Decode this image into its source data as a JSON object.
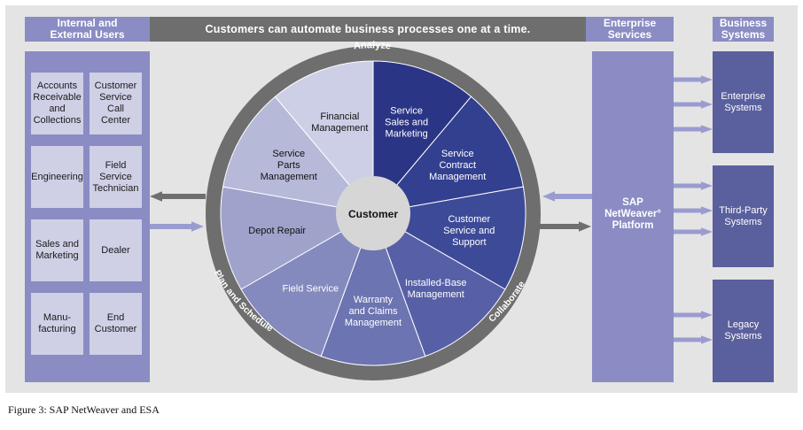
{
  "headers": {
    "users": [
      "Internal and",
      "External Users"
    ],
    "banner": "Customers can automate business processes one at a time.",
    "enterprise_services": [
      "Enterprise",
      "Services"
    ],
    "business_systems": [
      "Business",
      "Systems"
    ]
  },
  "users": [
    [
      "Accounts",
      "Receivable",
      "and",
      "Collections"
    ],
    [
      "Customer",
      "Service",
      "Call",
      "Center"
    ],
    [
      "Engineering"
    ],
    [
      "Field",
      "Service",
      "Technician"
    ],
    [
      "Sales and",
      "Marketing"
    ],
    [
      "Dealer"
    ],
    [
      "Manu-",
      "facturing"
    ],
    [
      "End",
      "Customer"
    ]
  ],
  "wheel": {
    "center": "Customer",
    "ring_labels": {
      "top": "Analyze",
      "left": "Plan and Schedule",
      "right": "Collaborate"
    },
    "segments": [
      {
        "label": [
          "Service",
          "Sales and",
          "Marketing"
        ],
        "color": "#2b3585"
      },
      {
        "label": [
          "Service",
          "Contract",
          "Management"
        ],
        "color": "#33408f"
      },
      {
        "label": [
          "Customer",
          "Service and",
          "Support"
        ],
        "color": "#3d4a98"
      },
      {
        "label": [
          "Installed-Base",
          "Management"
        ],
        "color": "#5760a6"
      },
      {
        "label": [
          "Warranty",
          "and Claims",
          "Management"
        ],
        "color": "#6c74b1"
      },
      {
        "label": [
          "Field Service"
        ],
        "color": "#8489be"
      },
      {
        "label": [
          "Depot Repair"
        ],
        "color": "#9fa3cb"
      },
      {
        "label": [
          "Service",
          "Parts",
          "Management"
        ],
        "color": "#b6b9d8"
      },
      {
        "label": [
          "Financial",
          "Management"
        ],
        "color": "#cdcfe6"
      }
    ]
  },
  "platform": [
    "SAP",
    "NetWeaver°",
    "Platform"
  ],
  "systems": [
    [
      "Enterprise",
      "Systems"
    ],
    [
      "Third-Party",
      "Systems"
    ],
    [
      "Legacy",
      "Systems"
    ]
  ],
  "caption": "Figure 3: SAP NetWeaver and ESA",
  "colors": {
    "accent": "#8a8cc3",
    "ring": "#6e6e6e",
    "system": "#5a5f9d",
    "arrow_light": "#9a9cd0"
  }
}
